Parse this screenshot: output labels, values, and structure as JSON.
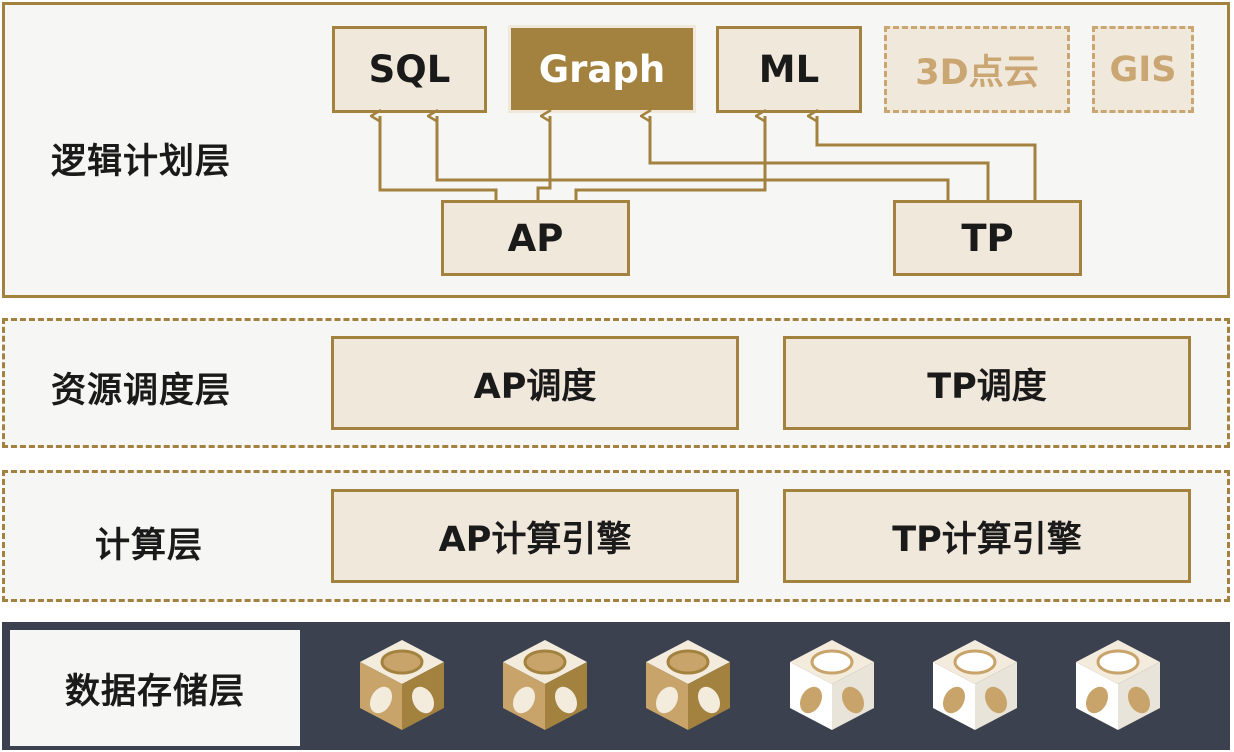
{
  "layers": {
    "logic": {
      "label": "逻辑计划层",
      "modules": {
        "sql": "SQL",
        "graph": "Graph",
        "ml": "ML",
        "pointcloud": "3D点云",
        "gis": "GIS"
      },
      "engines": {
        "ap": "AP",
        "tp": "TP"
      }
    },
    "schedule": {
      "label": "资源调度层",
      "ap": "AP调度",
      "tp": "TP调度"
    },
    "compute": {
      "label": "计算层",
      "ap": "AP计算引擎",
      "tp": "TP计算引擎"
    },
    "storage": {
      "label": "数据存储层",
      "nodes": [
        "filled",
        "filled",
        "filled",
        "outline",
        "outline",
        "outline"
      ]
    }
  },
  "colors": {
    "accent": "#a3823f",
    "box_fill": "#f1e8dc",
    "dashed_text": "#c9a672",
    "dark_band": "#3c4150",
    "layer_bg": "#f6f6f4"
  },
  "icons": [
    "storage-node-icon"
  ]
}
